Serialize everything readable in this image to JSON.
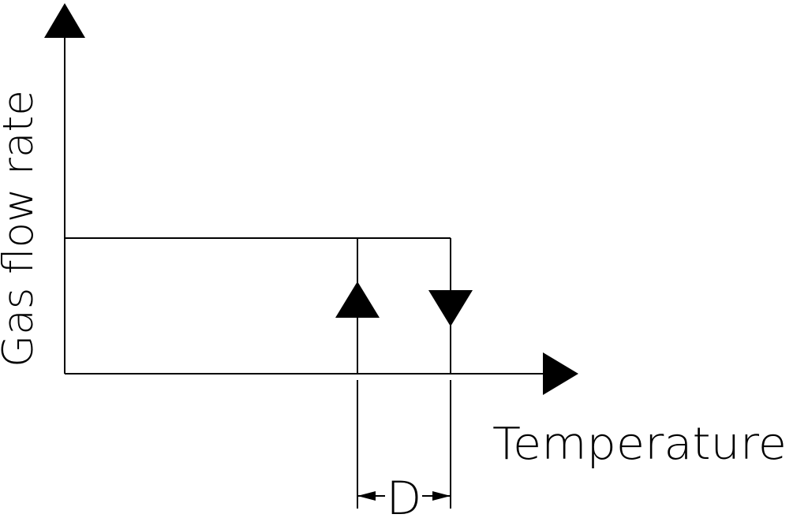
{
  "diagram": {
    "y_axis_label": "Gas flow rate",
    "x_axis_label": "Temperature",
    "gap_label": "D",
    "colors": {
      "ink": "#000000",
      "background": "#ffffff"
    }
  }
}
